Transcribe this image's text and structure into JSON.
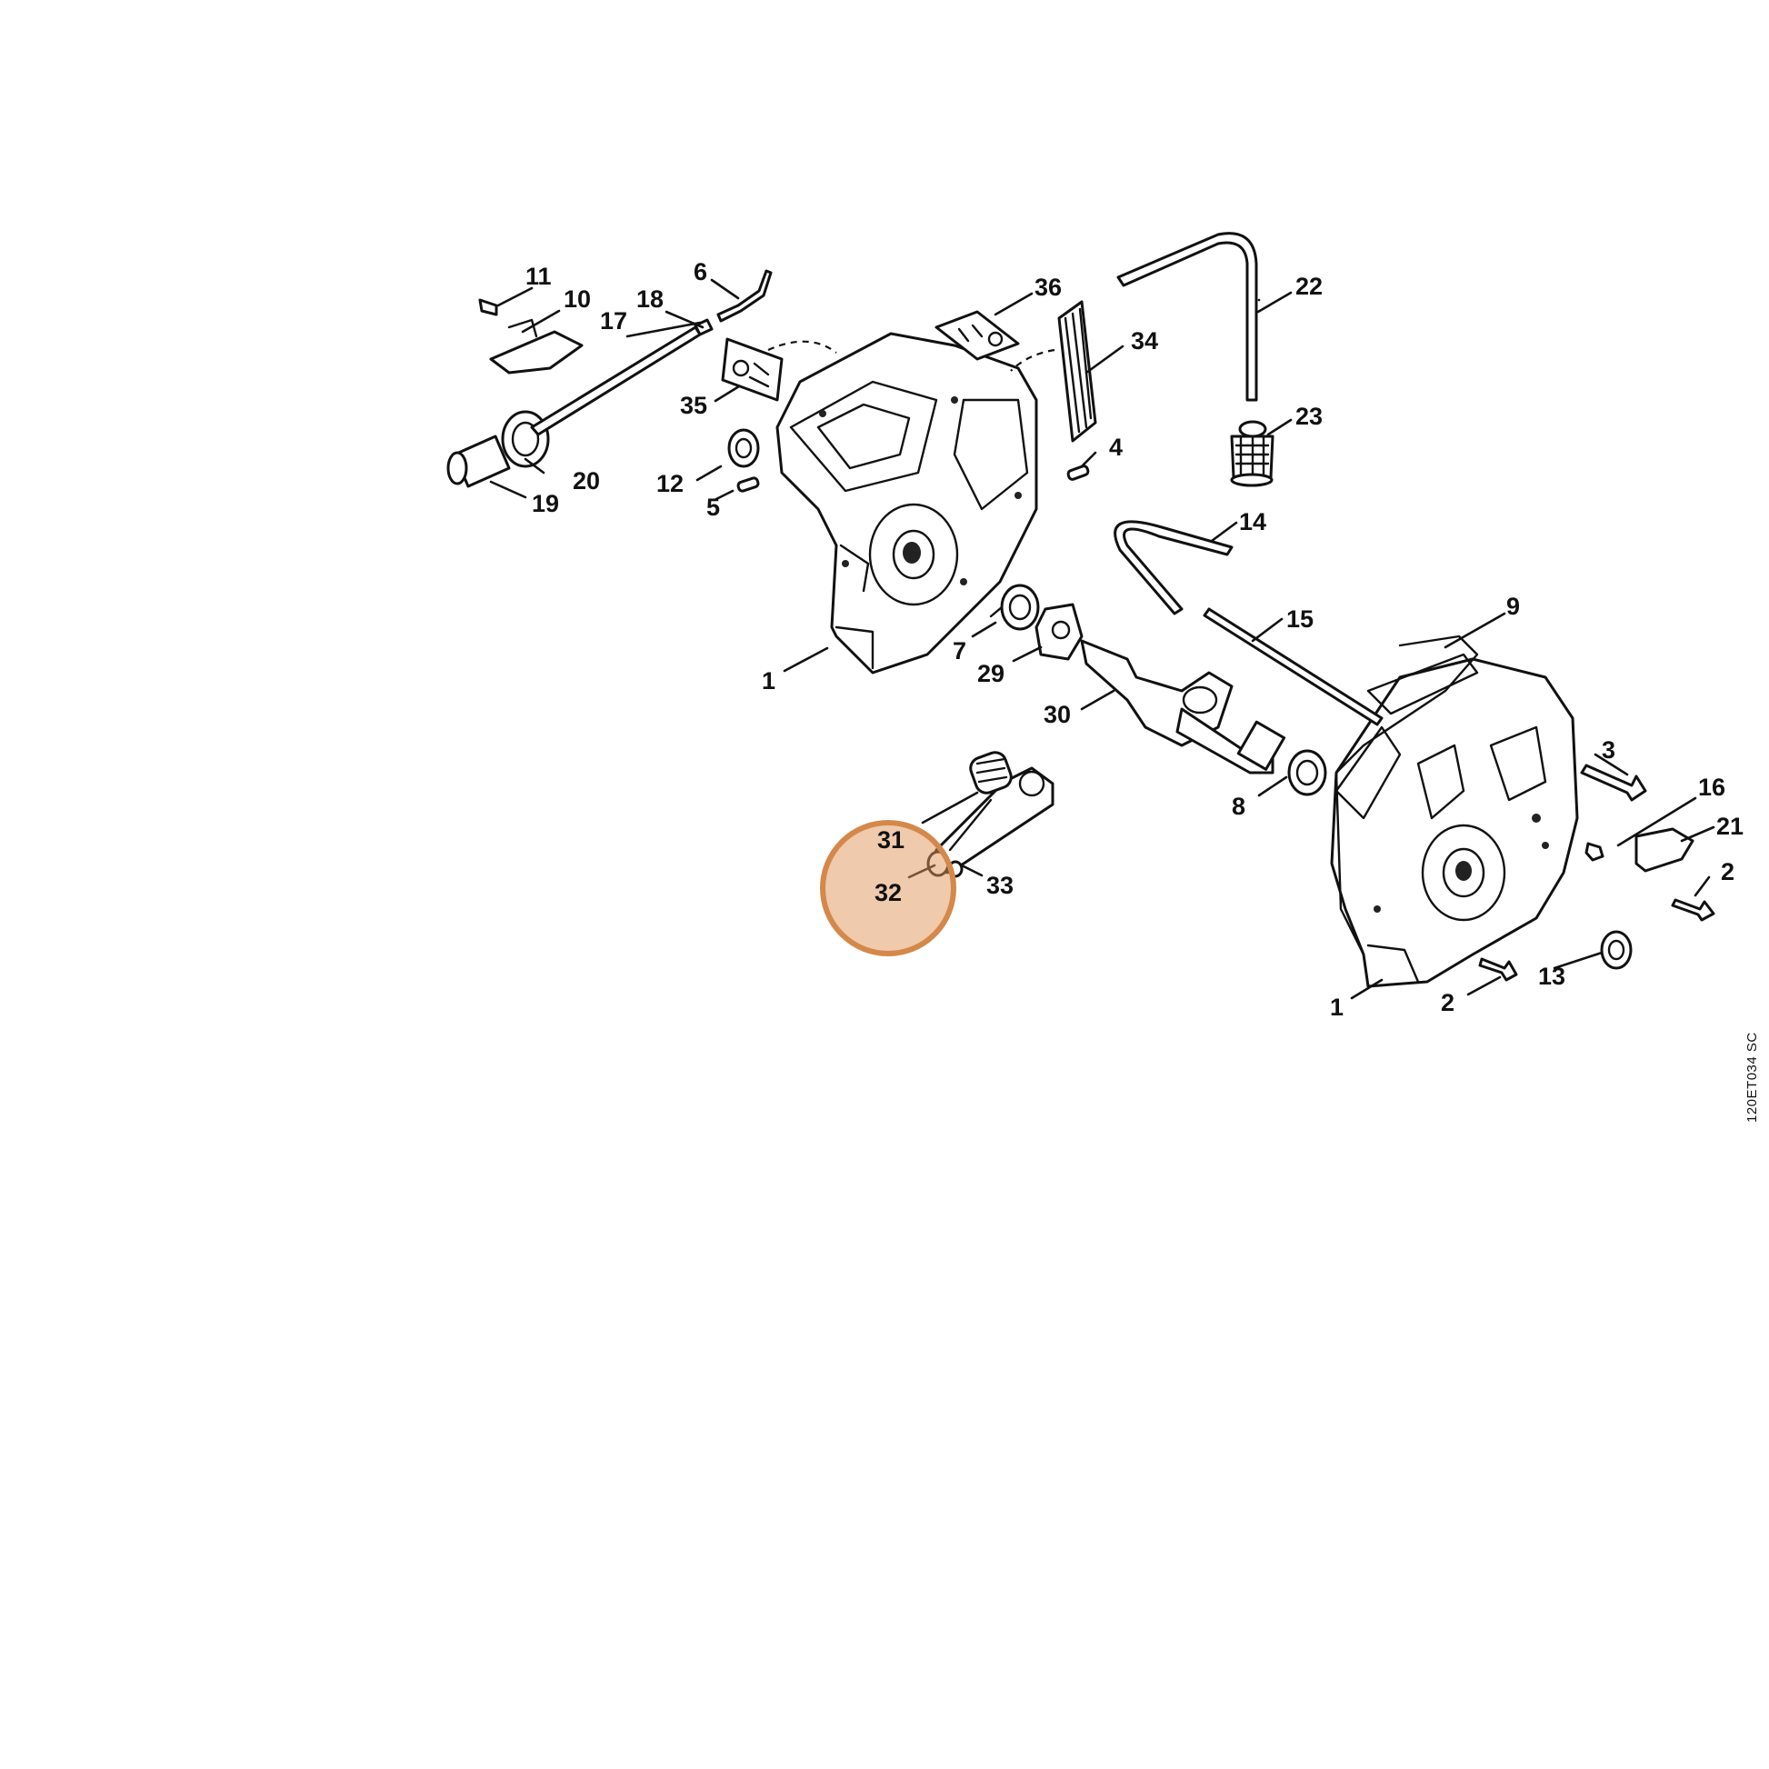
{
  "drawing_reference": "120ET034 SC",
  "highlight": {
    "part": "32",
    "color": "#D4884A",
    "fill": "rgba(224,150,90,0.5)"
  },
  "callouts": {
    "c1a": "1",
    "c1b": "1",
    "c2a": "2",
    "c2b": "2",
    "c3": "3",
    "c4": "4",
    "c5": "5",
    "c6": "6",
    "c7": "7",
    "c8": "8",
    "c9": "9",
    "c10": "10",
    "c11": "11",
    "c12": "12",
    "c13": "13",
    "c14": "14",
    "c15": "15",
    "c16": "16",
    "c17": "17",
    "c18": "18",
    "c19": "19",
    "c20": "20",
    "c21": "21",
    "c22": "22",
    "c23": "23",
    "c29": "29",
    "c30": "30",
    "c31": "31",
    "c32": "32",
    "c33": "33",
    "c34": "34",
    "c35": "35",
    "c36": "36"
  }
}
